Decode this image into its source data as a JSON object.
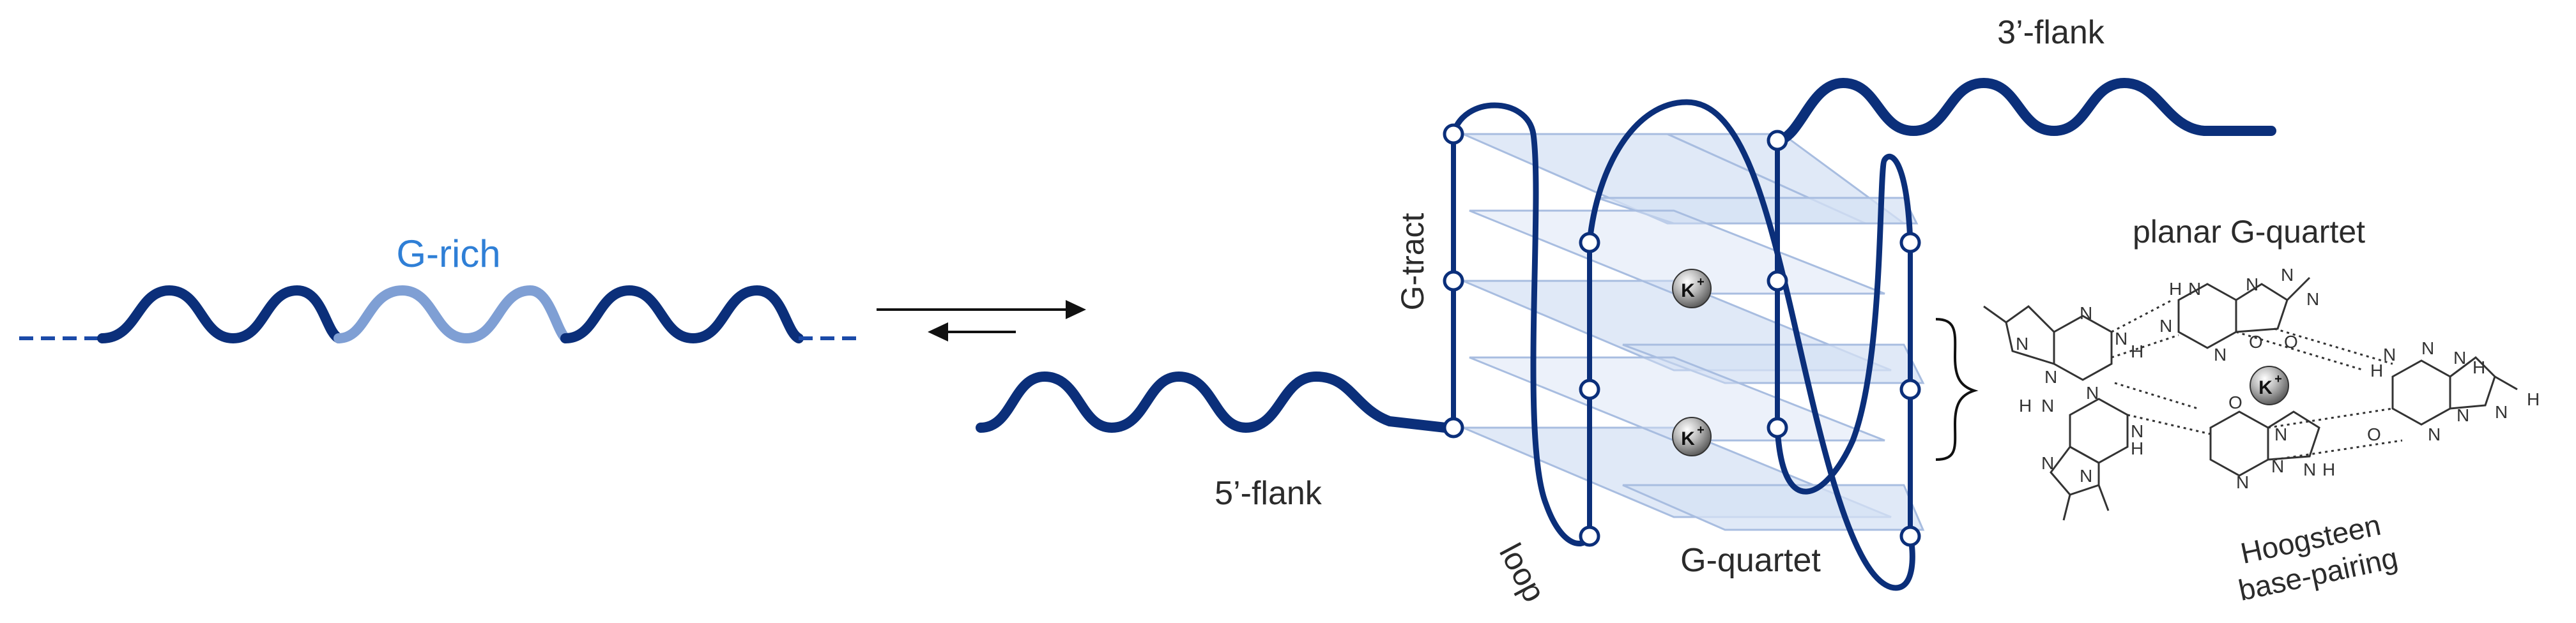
{
  "labels": {
    "g_rich": "G-rich",
    "three_flank": "3’-flank",
    "five_flank": "5’-flank",
    "g_tract": "G-tract",
    "loop": "loop",
    "g_quartet": "G-quartet",
    "planar_g_quartet": "planar G-quartet",
    "hoogsteen_line1": "Hoogsteen",
    "hoogsteen_line2": "base-pairing"
  },
  "ion": {
    "symbol": "K",
    "charge": "+"
  },
  "quartet_atoms": {
    "N": "N",
    "H": "H",
    "O": "O"
  },
  "colors": {
    "strand_dark": "#0b2f7a",
    "strand_mid": "#123b91",
    "strand_light": "#7f9fd4",
    "g_rich_text": "#2f7fd6",
    "plane_fill": "#d5e1f4",
    "plane_stroke": "#a8bde0",
    "text": "#2b2b2b",
    "chem": "#333333"
  },
  "icons": {
    "equilibrium": "equilibrium-arrows-icon",
    "potassium": "potassium-ion-sphere",
    "brace": "curly-brace-icon"
  }
}
